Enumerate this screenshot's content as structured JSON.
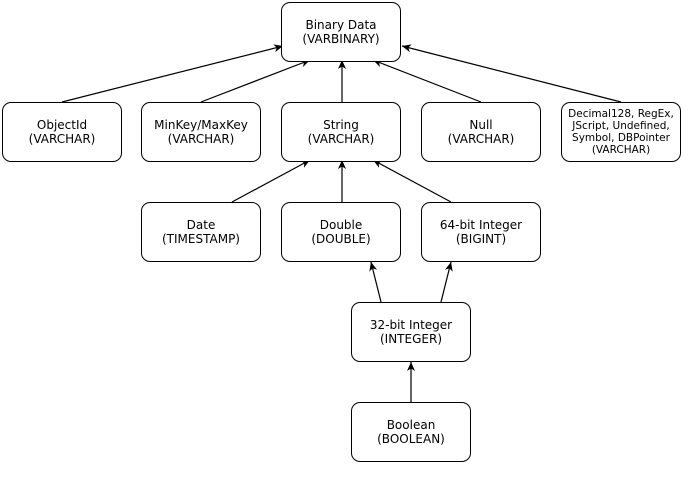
{
  "nodes": {
    "binary": {
      "line1": "Binary Data",
      "line2": "(VARBINARY)"
    },
    "objectid": {
      "line1": "ObjectId",
      "line2": "(VARCHAR)"
    },
    "minmax": {
      "line1": "MinKey/MaxKey",
      "line2": "(VARCHAR)"
    },
    "string": {
      "line1": "String",
      "line2": "(VARCHAR)"
    },
    "null": {
      "line1": "Null",
      "line2": "(VARCHAR)"
    },
    "misc": {
      "lines": [
        "Decimal128, RegEx,",
        "JScript, Undefined,",
        "Symbol, DBPointer",
        "(VARCHAR)"
      ]
    },
    "date": {
      "line1": "Date",
      "line2": "(TIMESTAMP)"
    },
    "double": {
      "line1": "Double",
      "line2": "(DOUBLE)"
    },
    "bigint": {
      "line1": "64-bit Integer",
      "line2": "(BIGINT)"
    },
    "int32": {
      "line1": "32-bit Integer",
      "line2": "(INTEGER)"
    },
    "bool": {
      "line1": "Boolean",
      "line2": "(BOOLEAN)"
    }
  },
  "edges": [
    {
      "from": "objectid",
      "to": "binary"
    },
    {
      "from": "minmax",
      "to": "binary"
    },
    {
      "from": "string",
      "to": "binary"
    },
    {
      "from": "null",
      "to": "binary"
    },
    {
      "from": "misc",
      "to": "binary"
    },
    {
      "from": "date",
      "to": "string"
    },
    {
      "from": "double",
      "to": "string"
    },
    {
      "from": "bigint",
      "to": "string"
    },
    {
      "from": "int32",
      "to": "double"
    },
    {
      "from": "int32",
      "to": "bigint"
    },
    {
      "from": "bool",
      "to": "int32"
    }
  ]
}
